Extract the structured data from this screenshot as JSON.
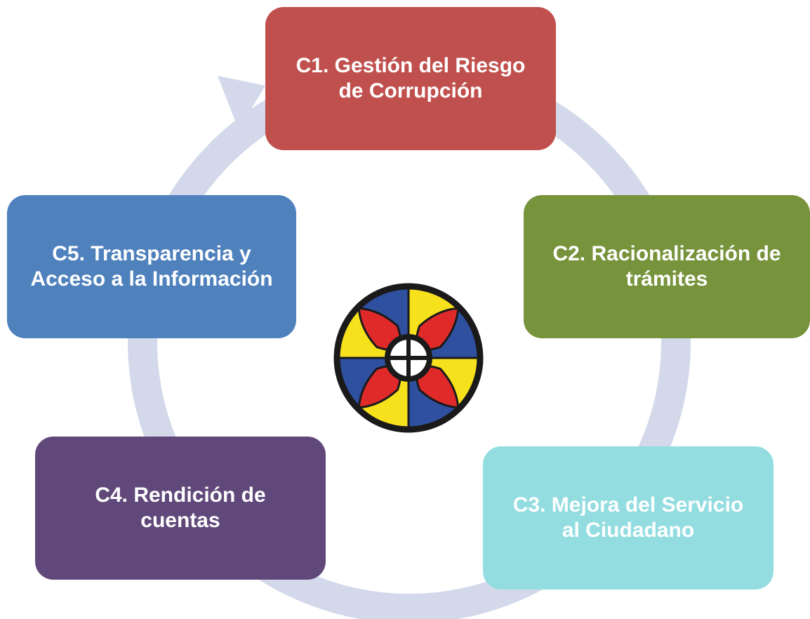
{
  "diagram": {
    "components": [
      {
        "id": "c1",
        "label": "C1. Gestión del Riesgo de Corrupción",
        "lines": [
          "C1. Gestión del Riesgo",
          "de Corrupción"
        ],
        "color": "#c0504d"
      },
      {
        "id": "c2",
        "label": "C2. Racionalización de trámites",
        "lines": [
          "C2. Racionalización de",
          "trámites"
        ],
        "color": "#77933c"
      },
      {
        "id": "c3",
        "label": "C3. Mejora del Servicio al Ciudadano",
        "lines": [
          "C3. Mejora del Servicio",
          "al Ciudadano"
        ],
        "color": "#93dde0"
      },
      {
        "id": "c4",
        "label": "C4. Rendición de cuentas",
        "lines": [
          "C4. Rendición de",
          "cuentas"
        ],
        "color": "#60497a"
      },
      {
        "id": "c5",
        "label": "C5. Transparencia y Acceso a la Información",
        "lines": [
          "C5. Transparencia y",
          "Acceso a la Información"
        ],
        "color": "#4f81bd"
      }
    ],
    "cycle_arrow_color": "#d3d9ea",
    "emblem": {
      "name": "institutional-emblem",
      "colors": {
        "blue": "#2f4f9f",
        "yellow": "#f7e11d",
        "red": "#e02a2a",
        "outline": "#1a1a1a"
      }
    }
  }
}
